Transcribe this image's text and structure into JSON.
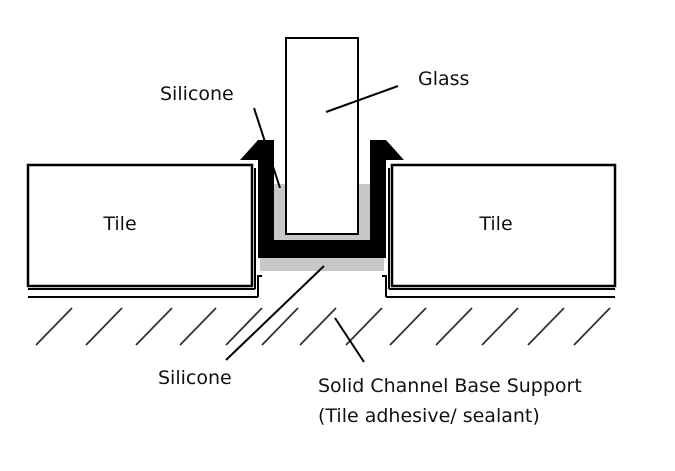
{
  "labels": {
    "tile_left": "Tile",
    "tile_right": "Tile",
    "glass": "Glass",
    "silicone_top": "Silicone",
    "silicone_bottom": "Silicone",
    "base_support_line1": "Solid Channel Base Support",
    "base_support_line2": "(Tile adhesive/ sealant)"
  },
  "colors": {
    "outline": "#000000",
    "channel": "#000000",
    "silicone": "#c8c8c8",
    "hatch": "#333333",
    "background": "#ffffff"
  }
}
